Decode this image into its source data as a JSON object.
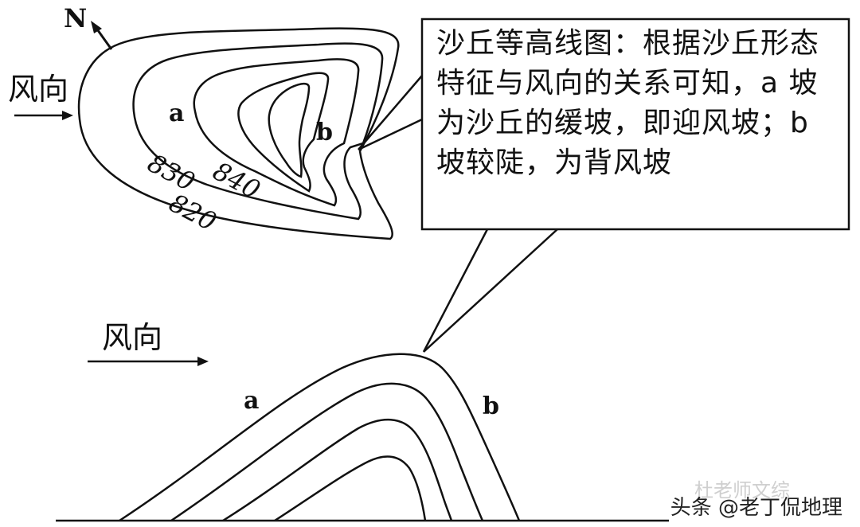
{
  "top_map": {
    "north_label": "N",
    "wind_label": "风向",
    "slope_a": "a",
    "slope_b": "b",
    "contours": [
      "820",
      "830",
      "840"
    ]
  },
  "callout": {
    "text": "沙丘等高线图：根据沙丘形态特征与风向的关系可知，a 坡为沙丘的缓坡，即迎风坡；b 坡较陡，为背风坡"
  },
  "profile": {
    "wind_label": "风向",
    "slope_a": "a",
    "slope_b": "b"
  },
  "watermark": {
    "ghost": "杜老师文综",
    "text": "头条 @老丁侃地理"
  }
}
